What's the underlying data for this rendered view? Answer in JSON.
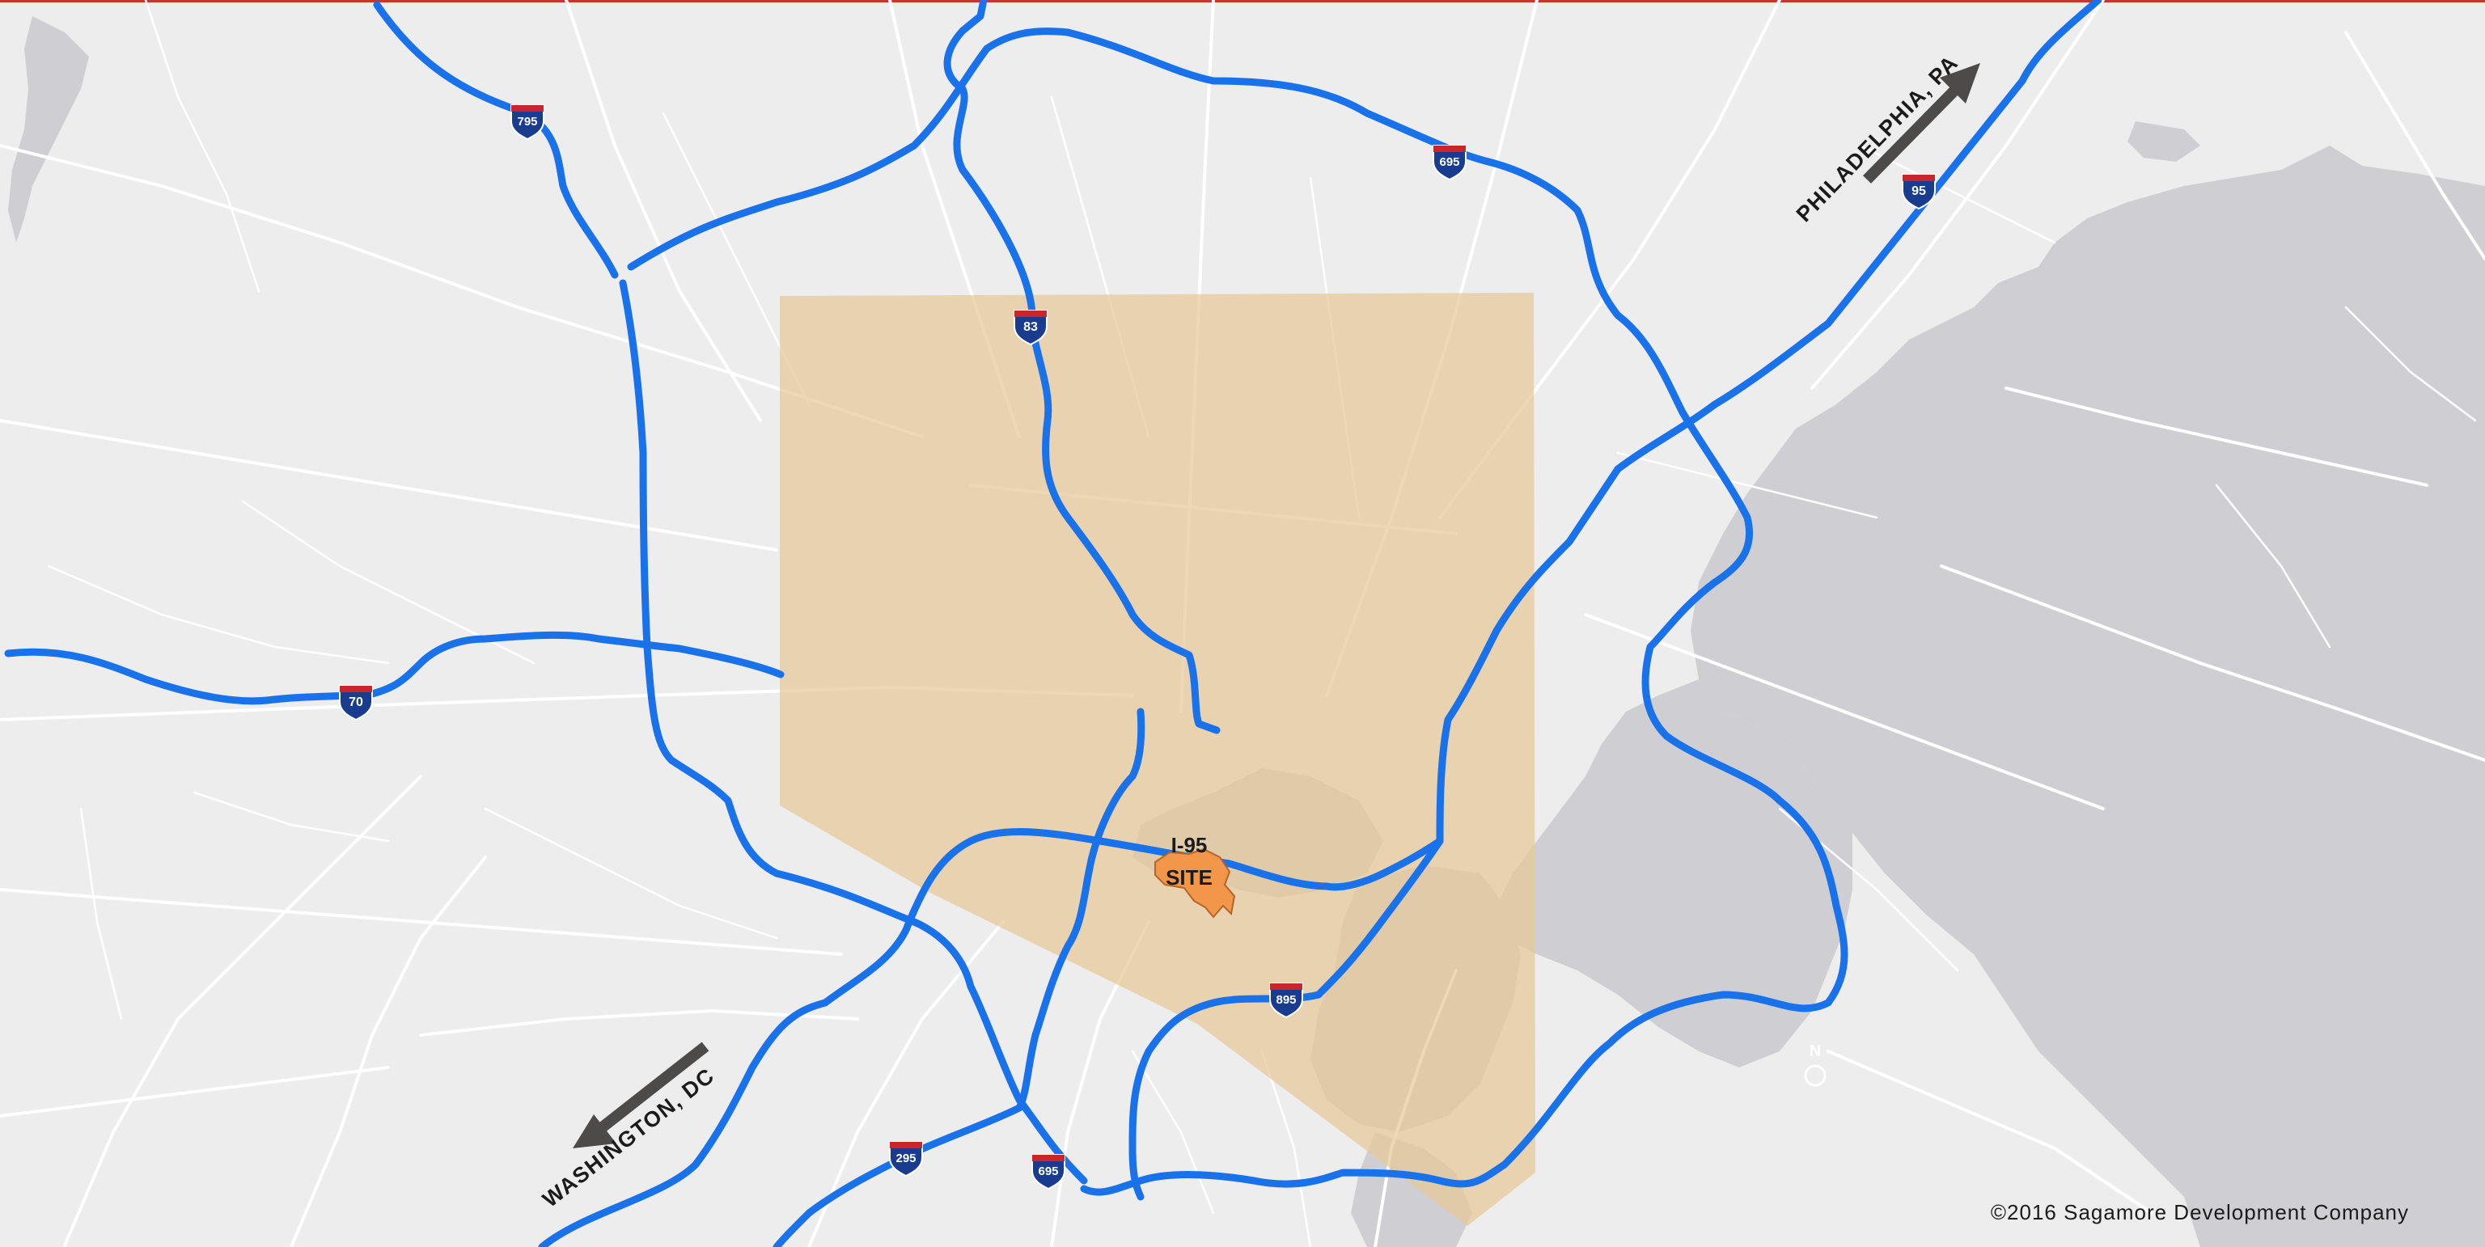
{
  "colors": {
    "land": "#ededee",
    "water": "#cfcfd3",
    "roads_minor": "#ffffff",
    "highway": "#1a72ea",
    "study_area": "#e8c897",
    "site": "#f2964a",
    "arrow": "#4d4b49",
    "label_text": "#1b1b1b",
    "shield_blue": "#1a3c8e",
    "shield_red": "#c8262c",
    "top_border": "#c0392b"
  },
  "site_label": {
    "line1": "I-95",
    "line2": "SITE"
  },
  "direction_labels": {
    "northeast": "PHILADELPHIA, PA",
    "southwest": "WASHINGTON, DC"
  },
  "north_label": "N",
  "copyright": "©2016 Sagamore Development Company",
  "shields": {
    "i795": "795",
    "i695_north": "695",
    "i83": "83",
    "i95": "95",
    "i70": "70",
    "i895": "895",
    "i295": "295",
    "i695_south": "695"
  }
}
